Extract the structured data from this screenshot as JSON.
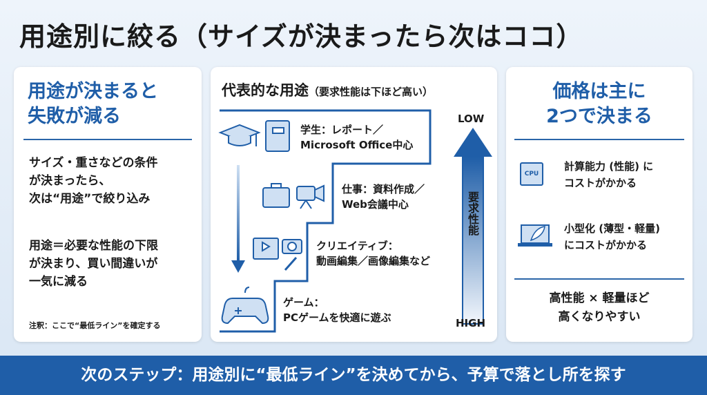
{
  "title": "用途別に絞る（サイズが決まったら次はココ）",
  "left": {
    "heading_line1": "用途が決まると",
    "heading_line2": "失敗が減る",
    "para1": [
      "サイズ・重さなどの条件",
      "が決まったら、",
      "次は“用途”で絞り込み"
    ],
    "para2": [
      "用途＝必要な性能の下限",
      "が決まり、買い間違いが",
      "一気に減る"
    ],
    "note": "注釈：ここで“最低ライン”を確定する"
  },
  "middle": {
    "heading": "代表的な用途",
    "subheading": "（要求性能は下ほど高い）",
    "items": [
      {
        "line1": "学生：レポート／",
        "line2": "Microsoft Office中心",
        "icons": [
          "graduation-cap-icon",
          "notebook-icon"
        ]
      },
      {
        "line1": "仕事：資料作成／",
        "line2": "Web会議中心",
        "icons": [
          "briefcase-icon",
          "video-camera-icon"
        ]
      },
      {
        "line1": "クリエイティブ：",
        "line2": "動画編集／画像編集など",
        "icons": [
          "video-player-icon",
          "camera-icon",
          "pen-icon"
        ]
      },
      {
        "line1": "ゲーム：",
        "line2": "PCゲームを快適に遊ぶ",
        "icons": [
          "gamepad-icon"
        ]
      }
    ],
    "axis_low": "LOW",
    "axis_high": "HIGH",
    "axis_label": "要求性能"
  },
  "right": {
    "heading_line1": "価格は主に",
    "heading_line2": "2つで決まる",
    "factors": [
      {
        "icon_text": "CPU",
        "line1": "計算能力 (性能) に",
        "line2": "コストがかかる"
      },
      {
        "line1": "小型化 (薄型・軽量)",
        "line2": "にコストがかかる"
      }
    ],
    "summary_line1": "高性能 × 軽量ほど",
    "summary_line2": "高くなりやすい"
  },
  "footer": "次のステップ：用途別に“最低ライン”を決めてから、予算で落とし所を探す",
  "colors": {
    "accent": "#1f5ea8",
    "icon_fill": "#cfe0f3"
  }
}
